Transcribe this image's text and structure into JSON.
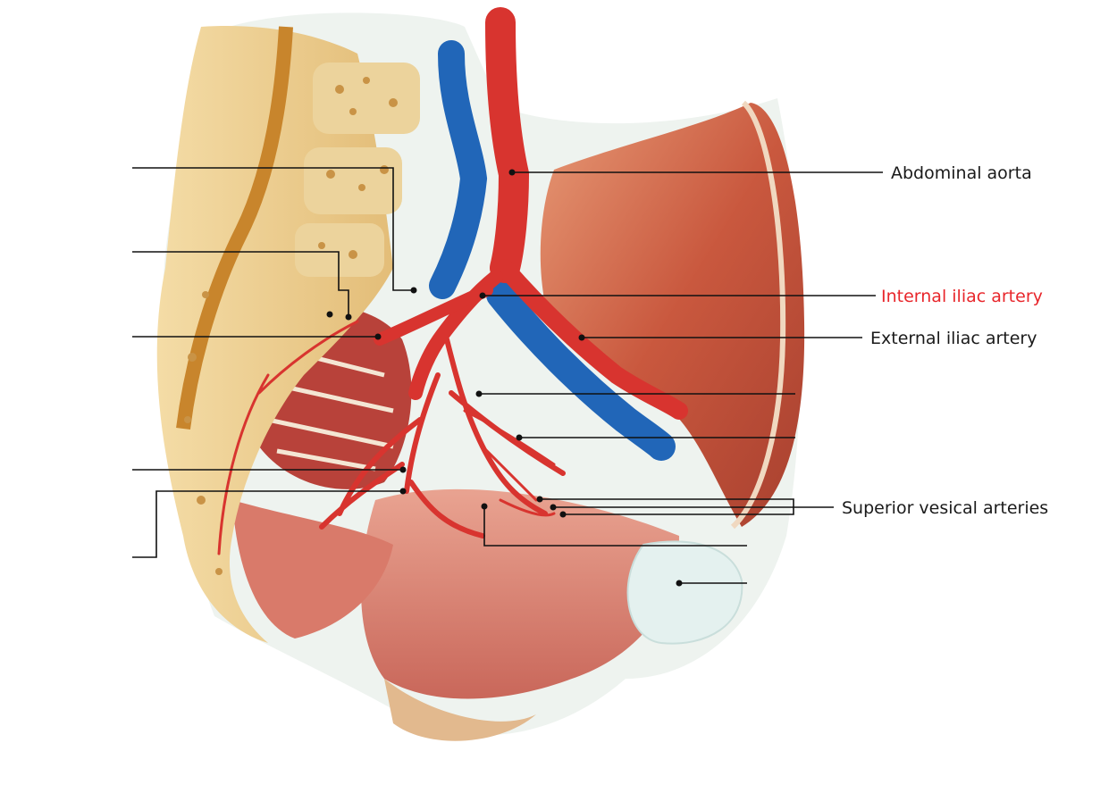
{
  "labels": {
    "abdominal_aorta": "Abdominal aorta",
    "internal_iliac": "Internal iliac artery",
    "external_iliac": "External iliac artery",
    "superior_vesical": "Superior vesical arteries"
  },
  "colors": {
    "highlight": "#e8262b",
    "text": "#1a1a1a",
    "artery": "#d8342f",
    "vein": "#2166b8",
    "bone": "#e9c98a",
    "muscle": "#c2573f",
    "leader": "#111111"
  }
}
